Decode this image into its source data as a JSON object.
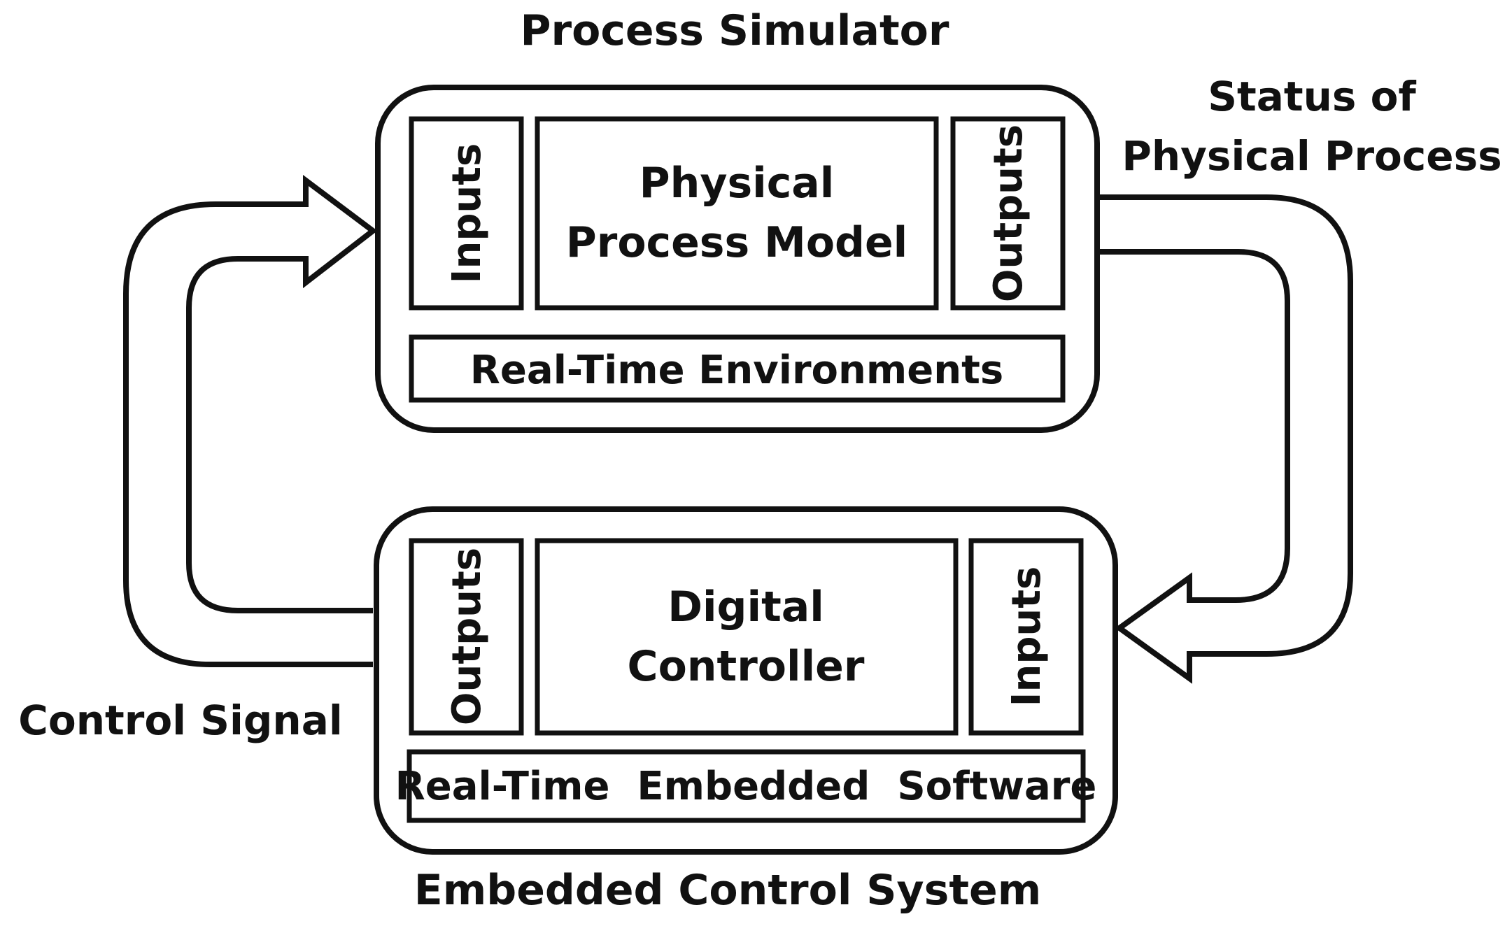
{
  "labels": {
    "process_simulator": "Process Simulator",
    "status_of": "Status of",
    "physical_process": "Physical Process",
    "control_signal": "Control Signal",
    "embedded_control_system": "Embedded Control System"
  },
  "simulator": {
    "inputs": "Inputs",
    "model_line1": "Physical",
    "model_line2": "Process Model",
    "outputs": "Outputs",
    "environment": "Real-Time Environments"
  },
  "controller": {
    "outputs": "Outputs",
    "model_line1": "Digital",
    "model_line2": "Controller",
    "inputs": "Inputs",
    "software": "Real-Time  Embedded  Software"
  },
  "colors": {
    "stroke": "#111111",
    "background": "#ffffff"
  }
}
